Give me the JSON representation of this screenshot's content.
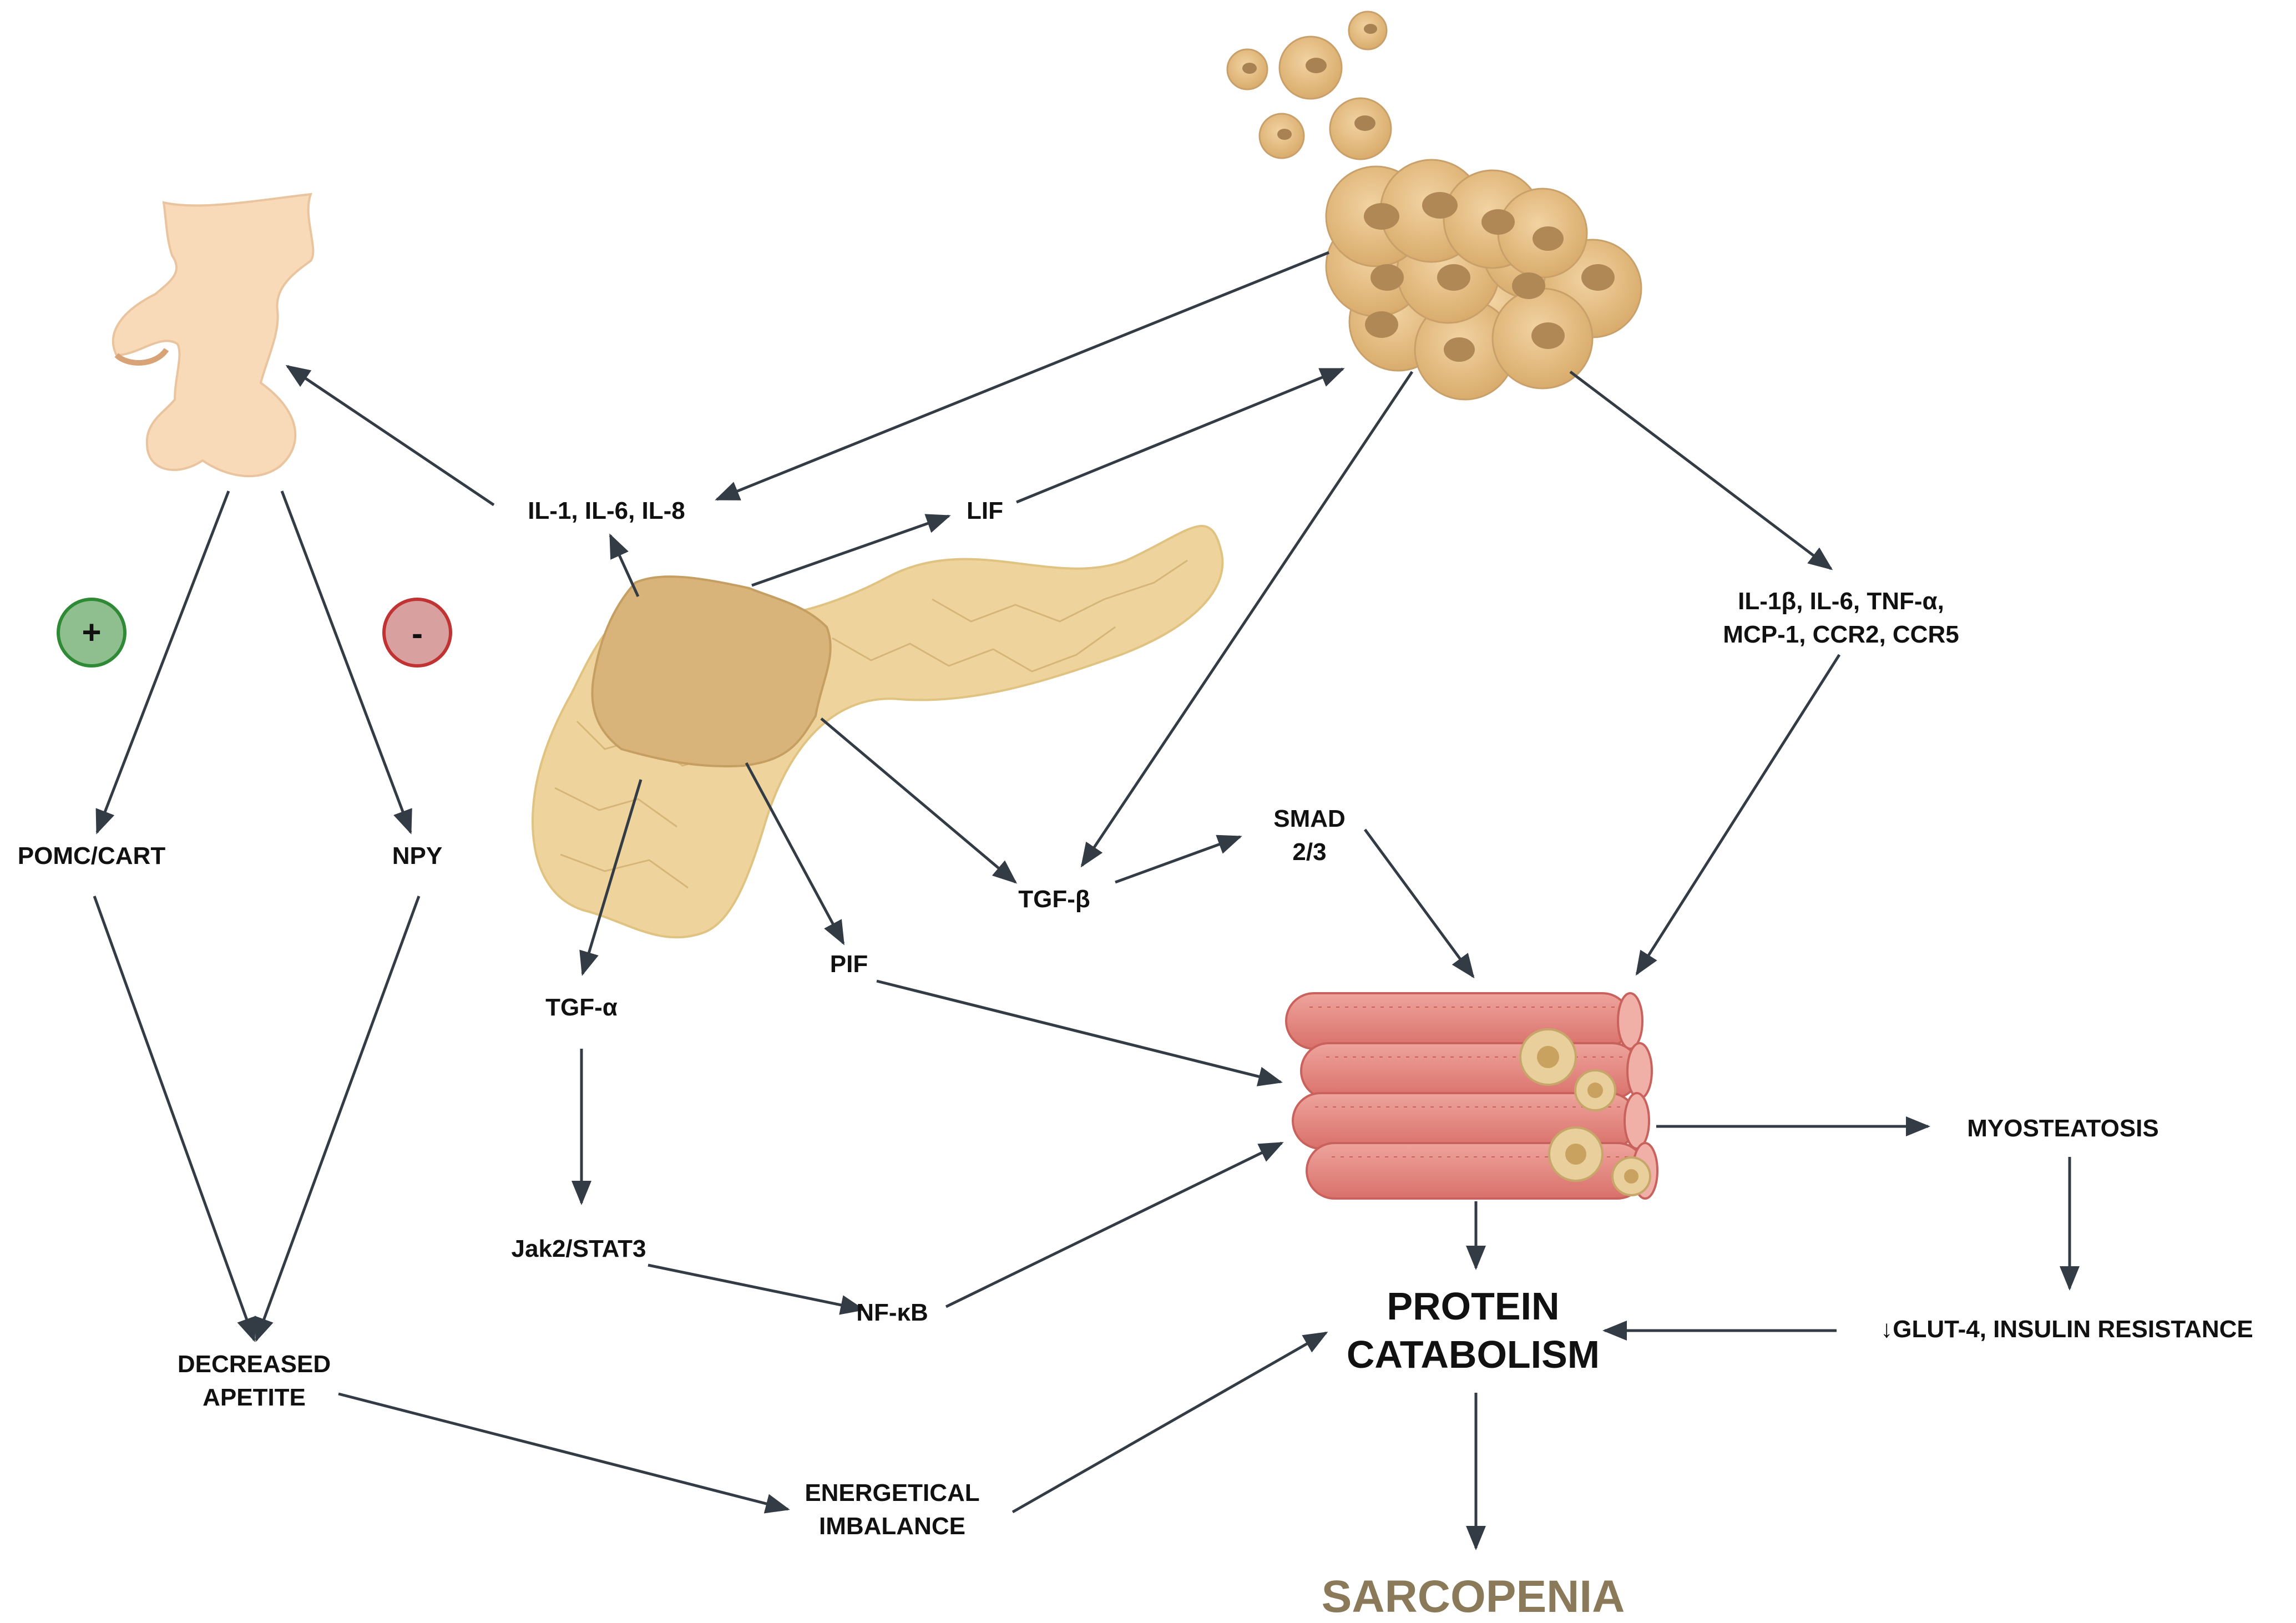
{
  "labels": {
    "cytokines_tumor": "IL-1, IL-6, IL-8",
    "lif": "LIF",
    "cytokines_adipose_1": "IL-1β, IL-6, TNF-α,",
    "cytokines_adipose_2": "MCP-1, CCR2, CCR5",
    "pomc_cart": "POMC/CART",
    "npy": "NPY",
    "plus_sign": "+",
    "minus_sign": "-",
    "smad_1": "SMAD",
    "smad_2": "2/3",
    "tgf_beta": "TGF-β",
    "pif": "PIF",
    "tgf_alpha": "TGF-α",
    "jak2_stat3": "Jak2/STAT3",
    "nf_kb": "NF-κB",
    "decreased_1": "DECREASED",
    "decreased_2": "APETITE",
    "energetical_1": "ENERGETICAL",
    "energetical_2": "IMBALANCE",
    "protein_1": "PROTEIN",
    "protein_2": "CATABOLISM",
    "myosteatosis": "MYOSTEATOSIS",
    "glut4": "↓GLUT-4, INSULIN RESISTANCE",
    "sarcopenia": "SARCOPENIA"
  },
  "colors": {
    "arrow": "#333b45",
    "sarcopenia_text": "#8b7a5a",
    "plus_fill": "#8fbf8f",
    "plus_stroke": "#2f8a35",
    "minus_fill": "#d9a0a0",
    "minus_stroke": "#c13333",
    "hypothalamus": "#f8d9b8",
    "pancreas": "#eed49c",
    "tumor": "#d8b47a",
    "adipocyte": "#e3bb82",
    "muscle": "#e3847e"
  },
  "icons": [
    "hypothalamus-illustration",
    "pancreas-illustration",
    "tumor-mass",
    "adipose-tissue-illustration",
    "muscle-fibers-illustration"
  ]
}
